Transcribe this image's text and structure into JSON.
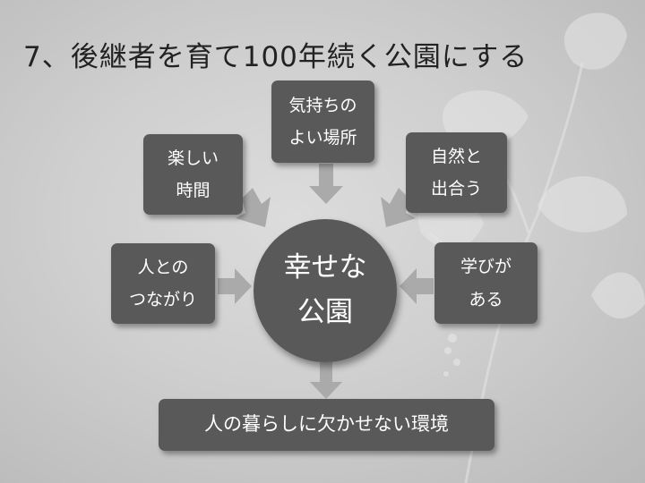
{
  "title": "7、後継者を育て100年続く公園にする",
  "center": {
    "line1": "幸せな",
    "line2": "公園"
  },
  "nodes": {
    "top": {
      "line1": "気持ちの",
      "line2": "よい場所"
    },
    "upper_left": {
      "line1": "楽しい",
      "line2": "時間"
    },
    "upper_right": {
      "line1": "自然と",
      "line2": "出合う"
    },
    "left": {
      "line1": "人との",
      "line2": "つながり"
    },
    "right": {
      "line1": "学びが",
      "line2": "ある"
    }
  },
  "bottom": "人の暮らしに欠かせない環境",
  "colors": {
    "box": "#595959",
    "arrow": "#aaaaaa",
    "text": "#ffffff"
  }
}
